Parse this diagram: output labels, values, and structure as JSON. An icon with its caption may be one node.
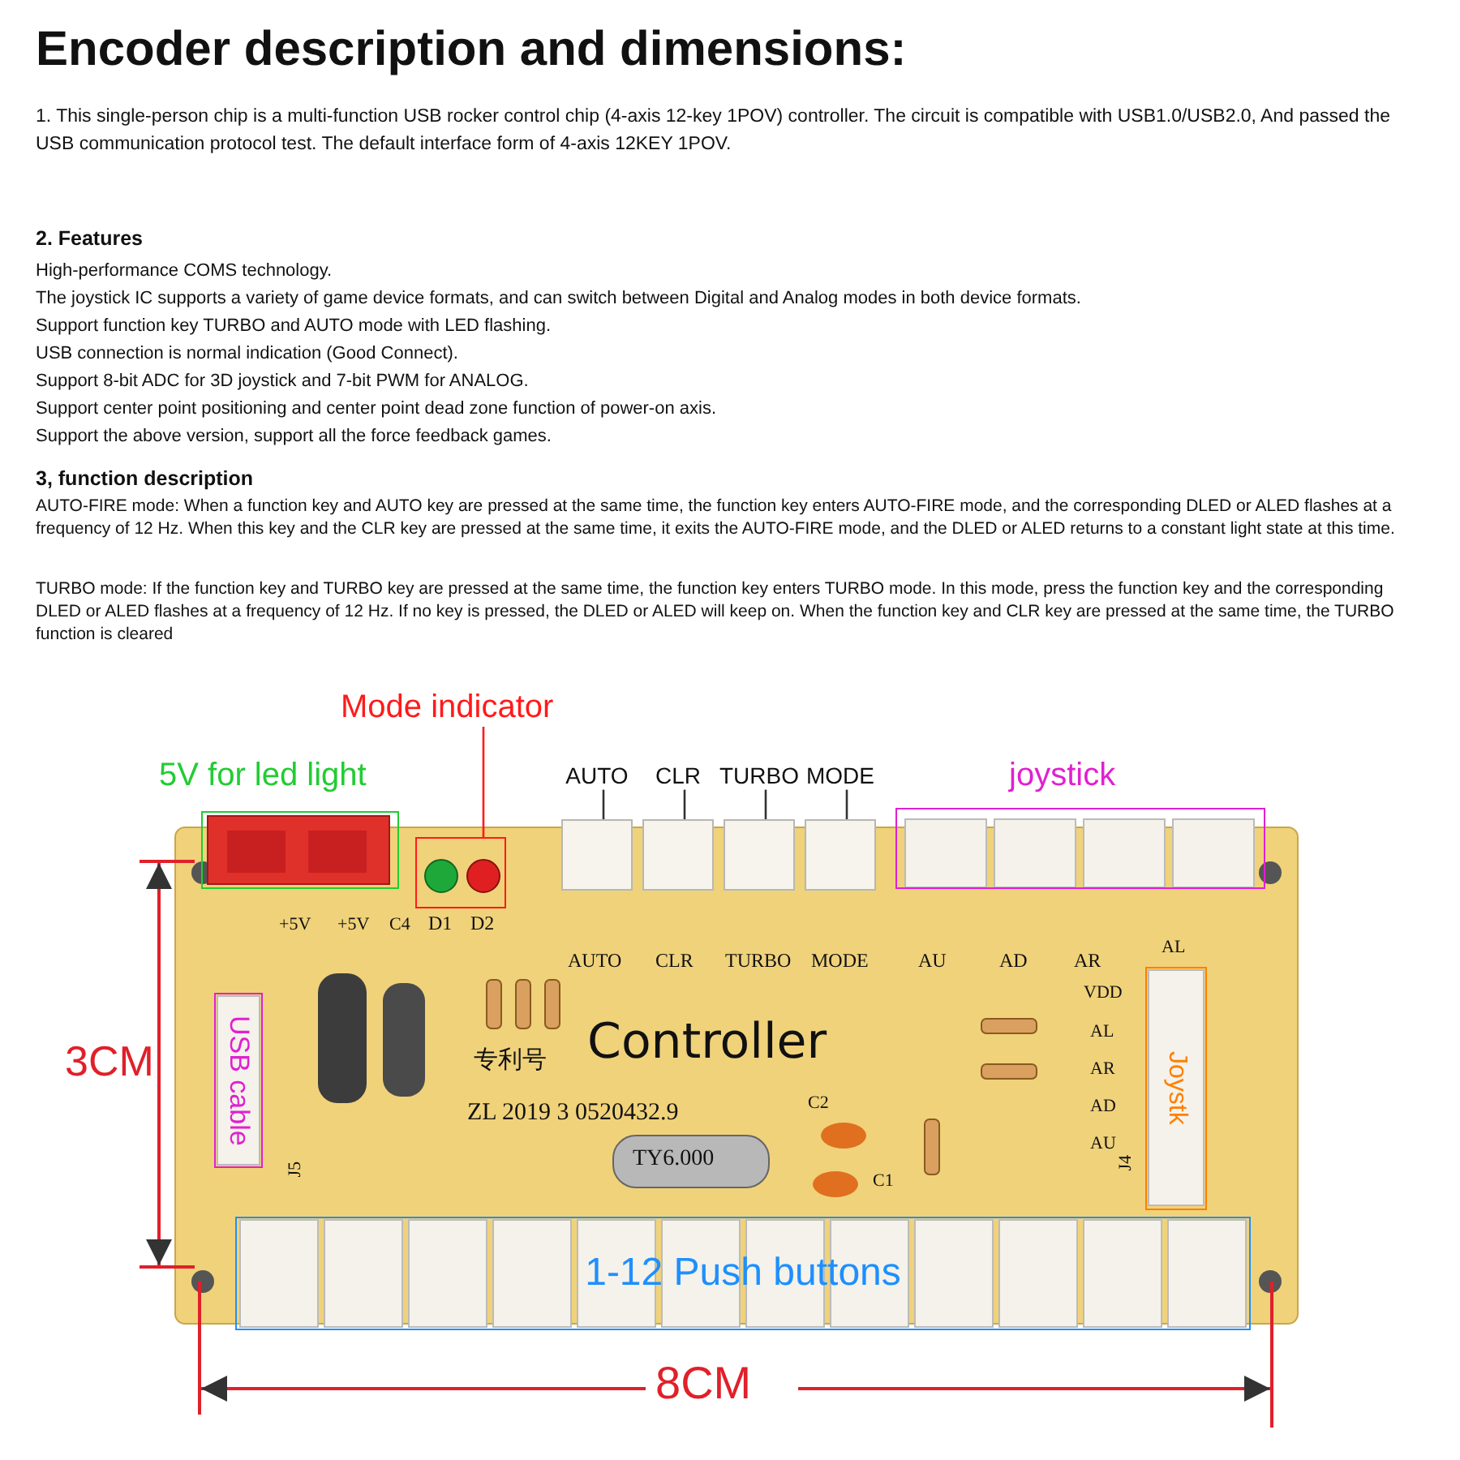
{
  "diagram": {
    "title": "Encoder description and dimensions:",
    "nodes": [
      {
        "text": [
          "5V for led light"
        ]
      },
      {
        "text": [
          "Mode indicator"
        ]
      },
      {
        "text": [],
        "shape": "box"
      },
      {
        "text": [
          "AUTO"
        ]
      },
      {
        "text": [
          "CLR"
        ]
      },
      {
        "text": [
          "TURBO"
        ]
      },
      {
        "text": [
          "MODE"
        ]
      },
      {
        "text": [],
        "shape": "box"
      },
      {
        "text": [],
        "shape": "box"
      },
      {
        "text": [],
        "shape": "box"
      },
      {
        "text": [],
        "shape": "box"
      },
      {
        "text": [
          "joystick"
        ]
      },
      {
        "text": [
          "USB cable"
        ]
      },
      {
        "text": [
          "Joystk"
        ]
      },
      {
        "text": [
          "1-12 Push buttons"
        ]
      }
    ],
    "edges": [
      {
        "from": 1,
        "to": 2,
        "arrow": "none",
        "color": "#ff1a1a"
      },
      {
        "from": 3,
        "to": 7,
        "arrow": "none"
      },
      {
        "from": 4,
        "to": 8,
        "arrow": "none"
      },
      {
        "from": 5,
        "to": 9,
        "arrow": "none"
      },
      {
        "from": 6,
        "to": 10,
        "arrow": "none"
      }
    ],
    "labels": [
      "1.  This single-person chip is a multi-function USB rocker control chip (4-axis 12-key 1POV) controller. The circuit is compatible with USB1.0/USB2.0, And passed the USB communication protocol test. The default interface form of 4-axis 12KEY 1POV.",
      "2. Features",
      "High-performance COMS technology.",
      "The joystick IC supports a variety of game device formats, and can switch between Digital and Analog modes in both device formats.",
      "Support function key TURBO and AUTO mode with LED flashing.",
      "USB connection is normal indication (Good Connect).",
      "Support 8-bit ADC for 3D joystick and 7-bit PWM for ANALOG.",
      "Support center point positioning and center point dead zone function of power-on axis.",
      "Support the above version, support all the force feedback games.",
      "3, function description",
      "AUTO-FIRE mode: When a function key and AUTO key are pressed at the same time, the function key enters AUTO-FIRE mode, and the corresponding DLED or ALED flashes at a frequency of 12 Hz. When this key and the CLR key are pressed at the same time, it exits the AUTO-FIRE mode, and the DLED or ALED returns to a constant light state at this time.",
      "TURBO mode: If the function key and TURBO key are pressed at the same time, the function key enters TURBO mode. In this mode, press the function key and the corresponding DLED or ALED flashes at a frequency of 12 Hz. If no key is pressed, the DLED or ALED will keep on. When the function key and CLR key are pressed at the same time, the TURBO function is cleared",
      "+5V",
      "+5V",
      "C4",
      "D1",
      "D2",
      "AUTO",
      "CLR",
      "TURBO",
      "MODE",
      "AU",
      "AD",
      "AR",
      "AL",
      "VDD",
      "AL",
      "AR",
      "AD",
      "AU",
      "专利号",
      "Controller",
      "ZL 2019 3 0520432.9",
      "C2",
      "C1",
      "TY6.000",
      "J4",
      "J5",
      "3CM",
      "8CM"
    ]
  }
}
